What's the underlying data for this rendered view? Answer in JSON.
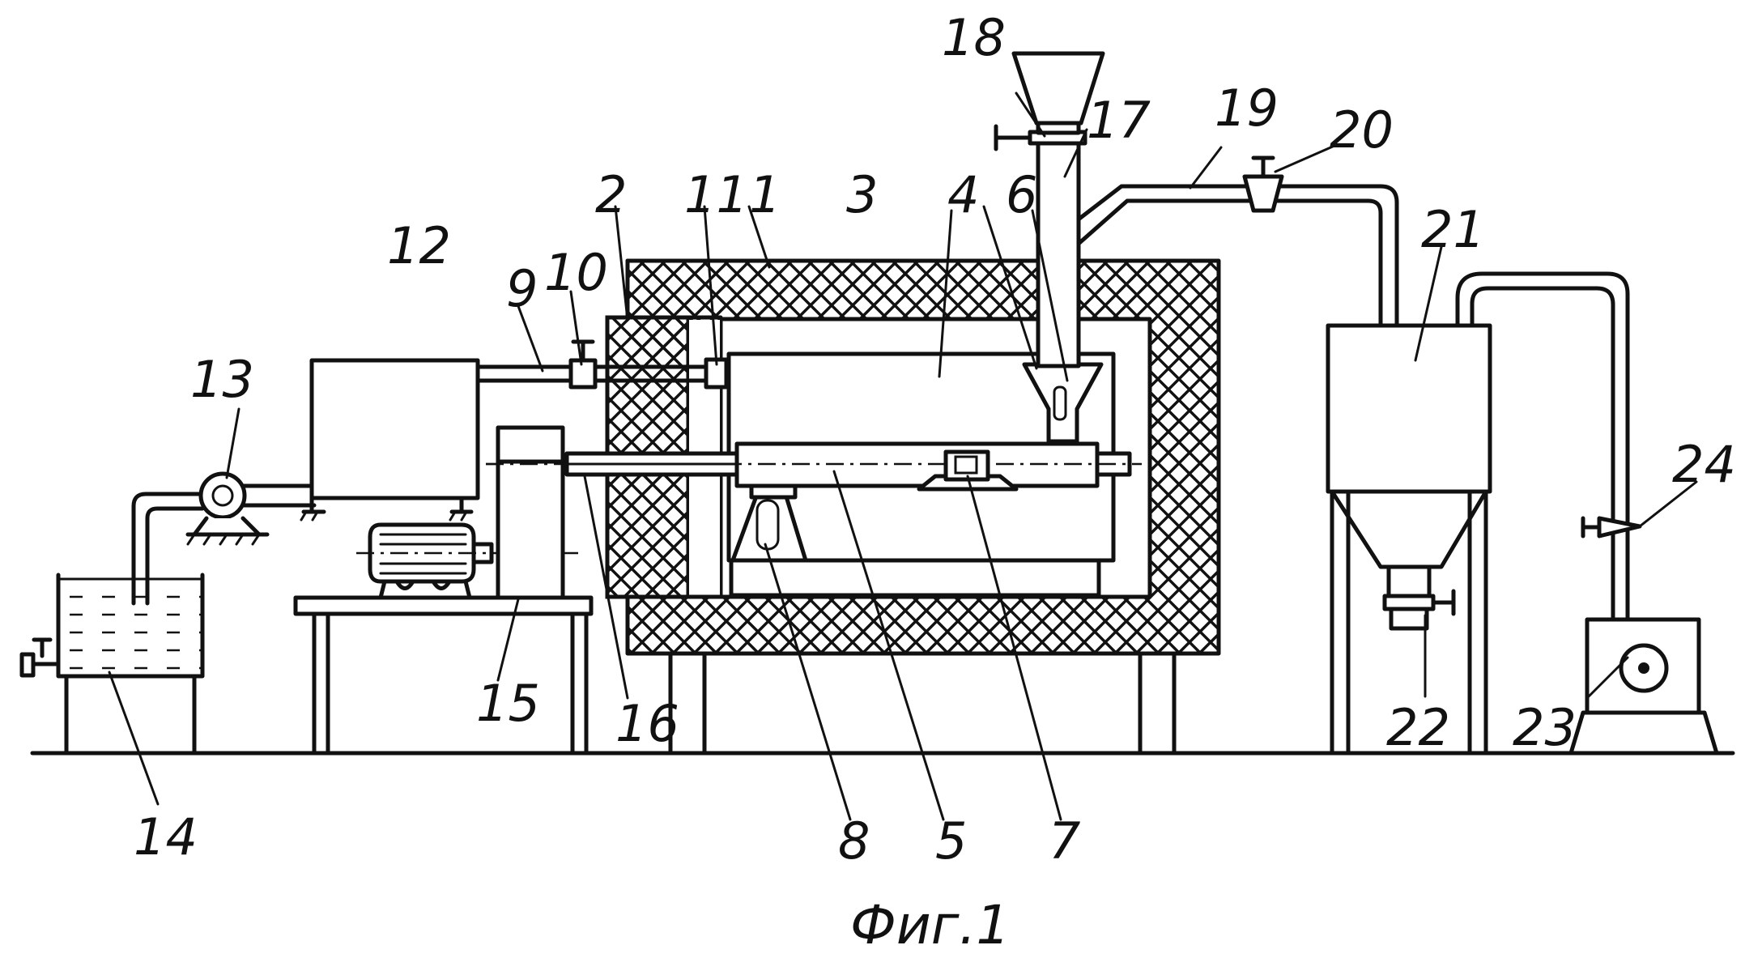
{
  "figure": {
    "caption": "Фиг.1",
    "callouts": {
      "c1": "1",
      "c2": "2",
      "c3": "3",
      "c4": "4",
      "c5": "5",
      "c6": "6",
      "c7": "7",
      "c8": "8",
      "c9": "9",
      "c10": "10",
      "c11": "11",
      "c12": "12",
      "c13": "13",
      "c14": "14",
      "c15": "15",
      "c16": "16",
      "c17": "17",
      "c18": "18",
      "c19": "19",
      "c20": "20",
      "c21": "21",
      "c22": "22",
      "c23": "23",
      "c24": "24"
    }
  }
}
